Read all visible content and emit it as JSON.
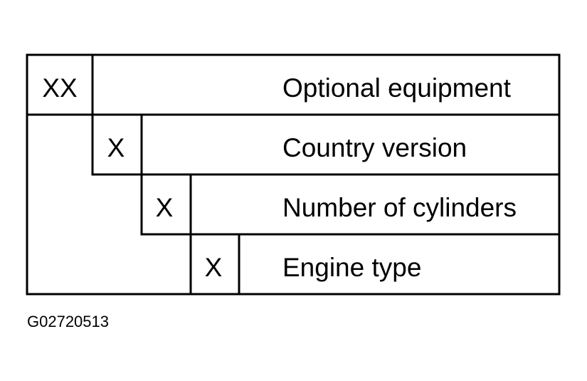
{
  "rows": [
    {
      "code": "XX",
      "description": "Optional equipment"
    },
    {
      "code": "X",
      "description": "Country version"
    },
    {
      "code": "X",
      "description": "Number of cylinders"
    },
    {
      "code": "X",
      "description": "Engine type"
    }
  ],
  "reference": "G02720513",
  "colors": {
    "line": "#000000",
    "background": "#ffffff",
    "text": "#000000"
  }
}
